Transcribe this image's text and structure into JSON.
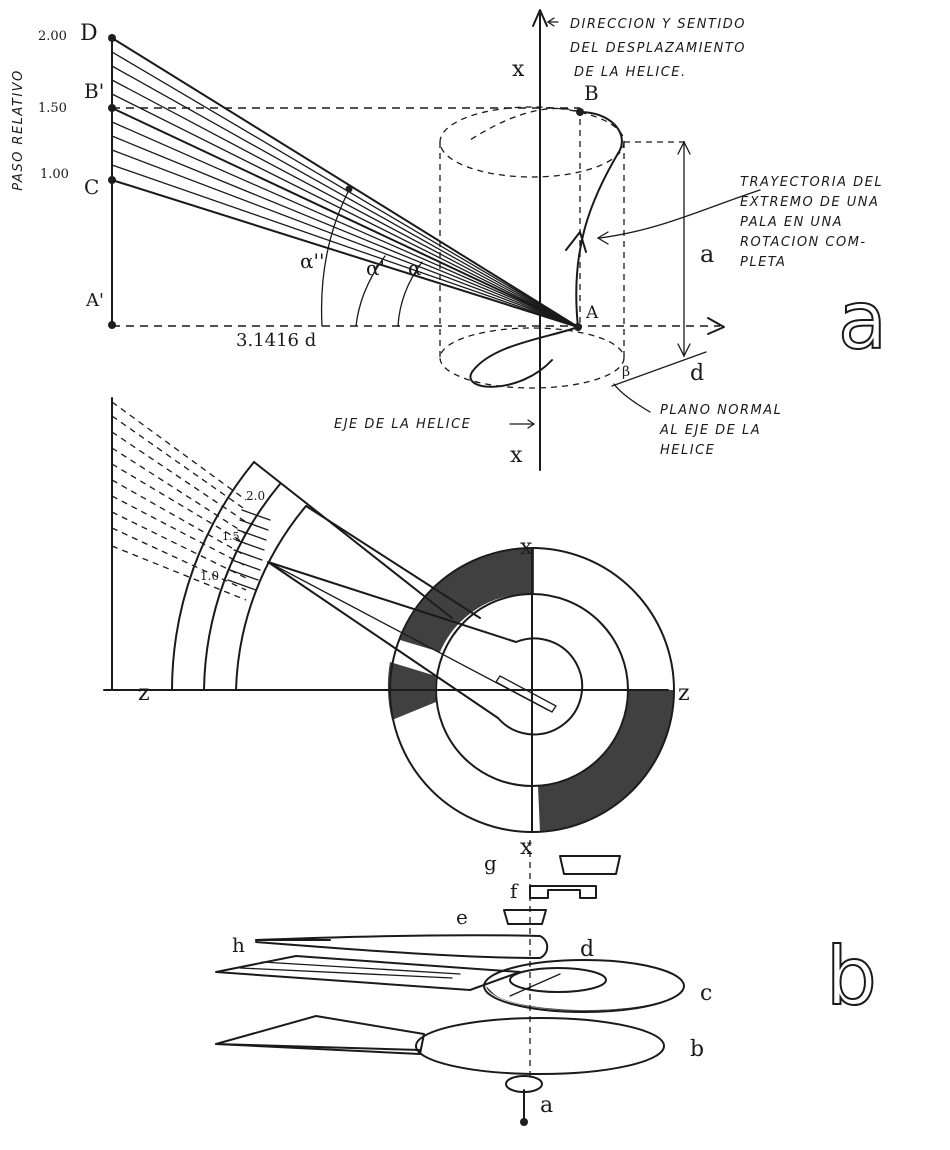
{
  "figure_a": {
    "axis_label_vertical": "PASO RELATIVO",
    "tick_200": "2.00",
    "tick_150": "1.50",
    "tick_100": "1.00",
    "point_D": "D",
    "point_B_prime": "B'",
    "point_C": "C",
    "point_A_prime": "A'",
    "point_B": "B",
    "point_A": "A",
    "axis_x_top": "x",
    "axis_x_bottom": "x",
    "angle_alpha": "α",
    "angle_alpha_prime": "α'",
    "angle_alpha_dprime": "α''",
    "circumference_label": "3.1416 d",
    "height_label": "a",
    "diameter_label": "d",
    "beta_label": "β",
    "note_direction_1": "DIRECCION Y SENTIDO",
    "note_direction_2": "DEL DESPLAZAMIENTO",
    "note_direction_3": "DE LA HELICE.",
    "note_path_1": "TRAYECTORIA DEL",
    "note_path_2": "EXTREMO DE UNA",
    "note_path_3": "PALA EN UNA",
    "note_path_4": "ROTACION COM-",
    "note_path_5": "PLETA",
    "note_axis": "EJE DE LA HELICE",
    "note_plane_1": "PLANO NORMAL",
    "note_plane_2": "AL EJE DE LA",
    "note_plane_3": "HELICE",
    "figure_letter": "a"
  },
  "figure_b_top": {
    "scale_20": "2.0",
    "scale_15": "1.5",
    "scale_10": "1.0",
    "axis_z_left": "z",
    "axis_z_right": "z",
    "axis_x_top": "x",
    "axis_x_bottom": "x"
  },
  "figure_b_exploded": {
    "part_g": "g",
    "part_f": "f",
    "part_e": "e",
    "part_h": "h",
    "part_d": "d",
    "part_c": "c",
    "part_b": "b",
    "part_a": "a",
    "figure_letter": "b"
  },
  "colors": {
    "ink": "#1a1a1a",
    "paper": "#ffffff",
    "fill_dark": "#1f1f1f"
  }
}
